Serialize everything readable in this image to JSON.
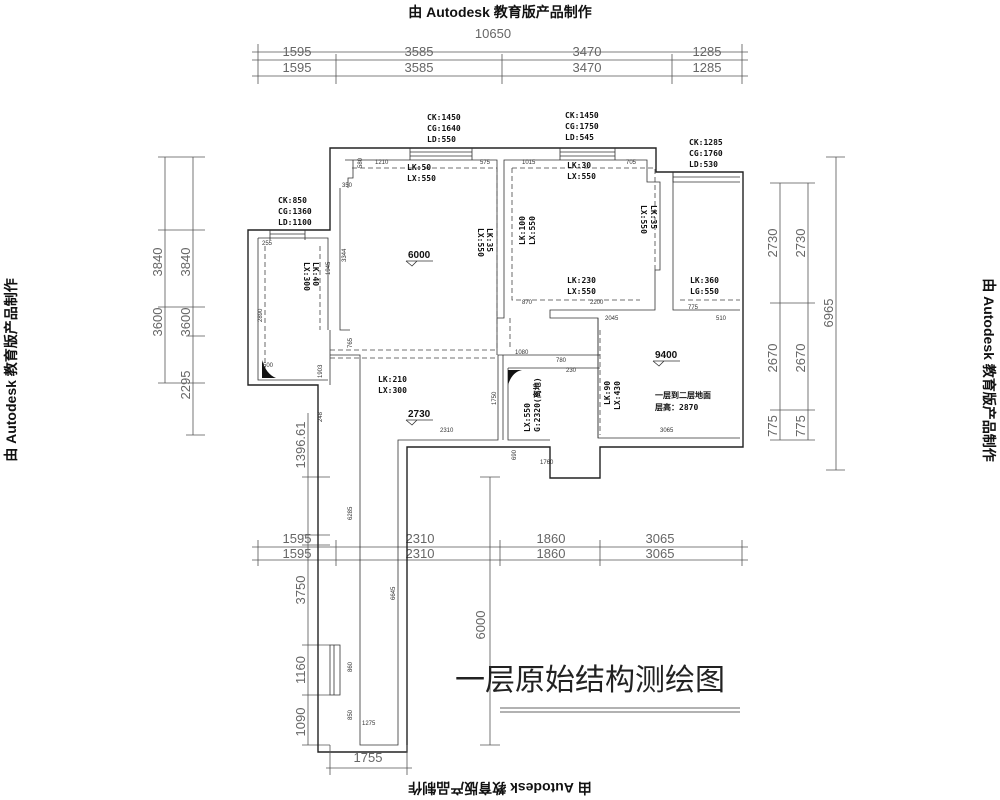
{
  "watermark": "由 Autodesk 教育版产品制作",
  "title": "一层原始结构测绘图",
  "top_dims": {
    "total": "10650",
    "row1": [
      "1595",
      "3585",
      "3470",
      "1285"
    ],
    "row2": [
      "1595",
      "3585",
      "3470",
      "1285"
    ]
  },
  "left_dims": {
    "col1": [
      "3840",
      "3600"
    ],
    "col2": [
      "3840",
      "3600",
      "2295"
    ]
  },
  "left_lower_dims": [
    "1396.61",
    "3750",
    "1160",
    "1090"
  ],
  "right_dims": {
    "col1": [
      "2730",
      "2670",
      "775"
    ],
    "col2": [
      "2730",
      "2670",
      "775"
    ],
    "total": "6965"
  },
  "mid_dims": {
    "row1": [
      "1595",
      "2310",
      "1860",
      "3065"
    ],
    "row2": [
      "1595",
      "2310",
      "1860",
      "3065"
    ]
  },
  "bottom_dims": {
    "corridor_width": "1755",
    "corridor_length": "6000"
  },
  "windows": [
    {
      "ck": "CK:850",
      "cg": "CG:1360",
      "ld": "LD:1100"
    },
    {
      "ck": "CK:1450",
      "cg": "CG:1640",
      "ld": "LD:550"
    },
    {
      "ck": "CK:1450",
      "cg": "CG:1750",
      "ld": "LD:545"
    },
    {
      "ck": "CK:1285",
      "cg": "CG:1760",
      "ld": "LD:530"
    }
  ],
  "beams": {
    "b1": [
      "LK:50",
      "LX:550"
    ],
    "b2": [
      "LK:35",
      "LX:550"
    ],
    "b3": [
      "LK:40",
      "LX:300"
    ],
    "b4": [
      "LK:30",
      "LX:550"
    ],
    "b5": [
      "LK:100",
      "LX:550"
    ],
    "b6": [
      "LK:35",
      "LX:550"
    ],
    "b7": [
      "LK:230",
      "LX:550"
    ],
    "b8": [
      "LK:360",
      "LG:550"
    ],
    "b9": [
      "LK:210",
      "LX:300"
    ],
    "b10": [
      "LK:90",
      "LX:430"
    ],
    "b11": [
      "LX:550",
      "G:2320(离地)"
    ]
  },
  "elevations": {
    "living": "6000",
    "corridor": "2730",
    "right": "9400"
  },
  "floor_note": [
    "一层到二层地面",
    "层高：2870"
  ],
  "small_dims": [
    "1210",
    "575",
    "580",
    "350",
    "3344",
    "765",
    "1903",
    "248",
    "6285",
    "6645",
    "860",
    "850",
    "1275",
    "2310",
    "1015",
    "705",
    "870",
    "2200",
    "2045",
    "775",
    "510",
    "1080",
    "780",
    "230",
    "1750",
    "1760",
    "690",
    "3065",
    "2890",
    "1945",
    "500",
    "255"
  ]
}
